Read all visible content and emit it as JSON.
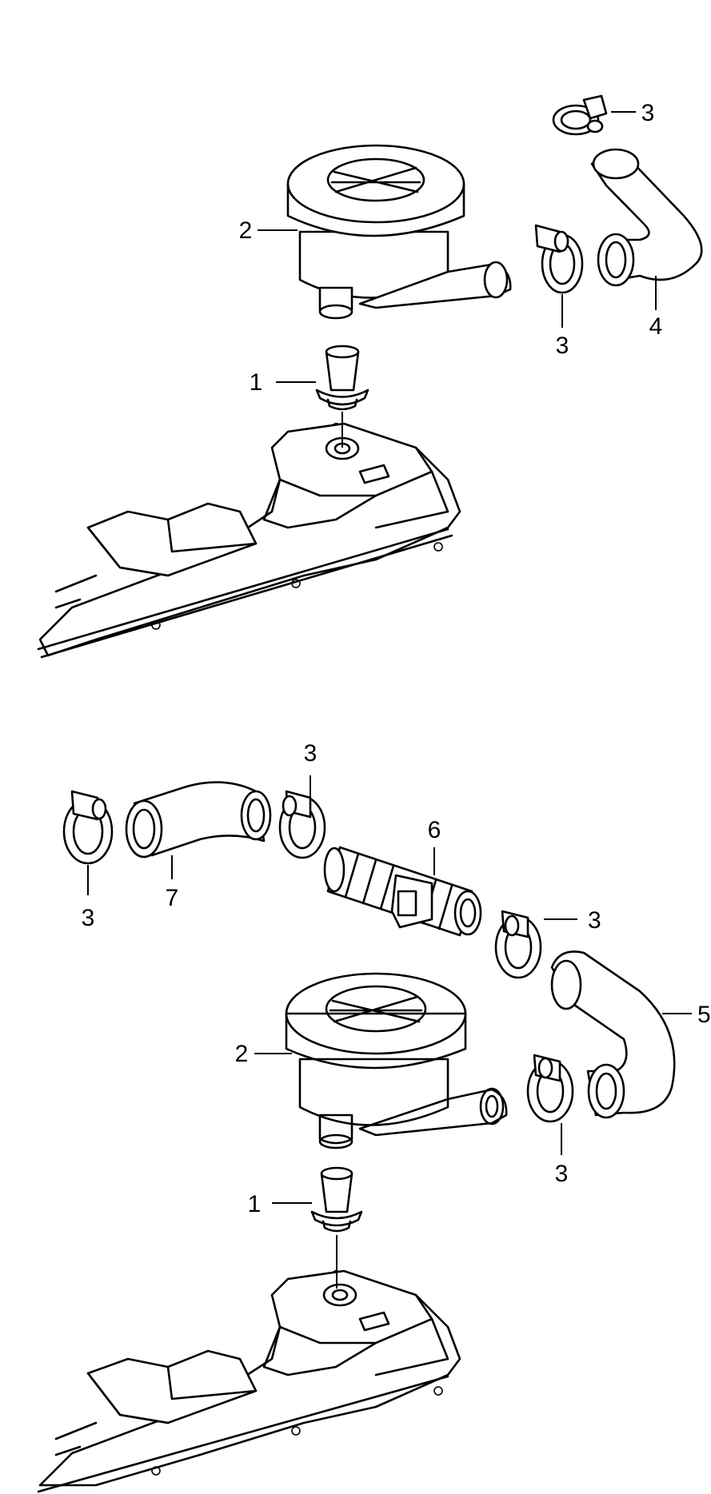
{
  "callouts": {
    "top_1": "1",
    "top_2": "2",
    "top_3a": "3",
    "top_3b": "3",
    "top_4": "4",
    "bot_1": "1",
    "bot_2": "2",
    "bot_3a": "3",
    "bot_3b": "3",
    "bot_3c": "3",
    "bot_3d": "3",
    "bot_5": "5",
    "bot_6": "6",
    "bot_7": "7"
  },
  "colors": {
    "highlight": "#2eb04a",
    "line": "#000000",
    "background": "#ffffff"
  }
}
